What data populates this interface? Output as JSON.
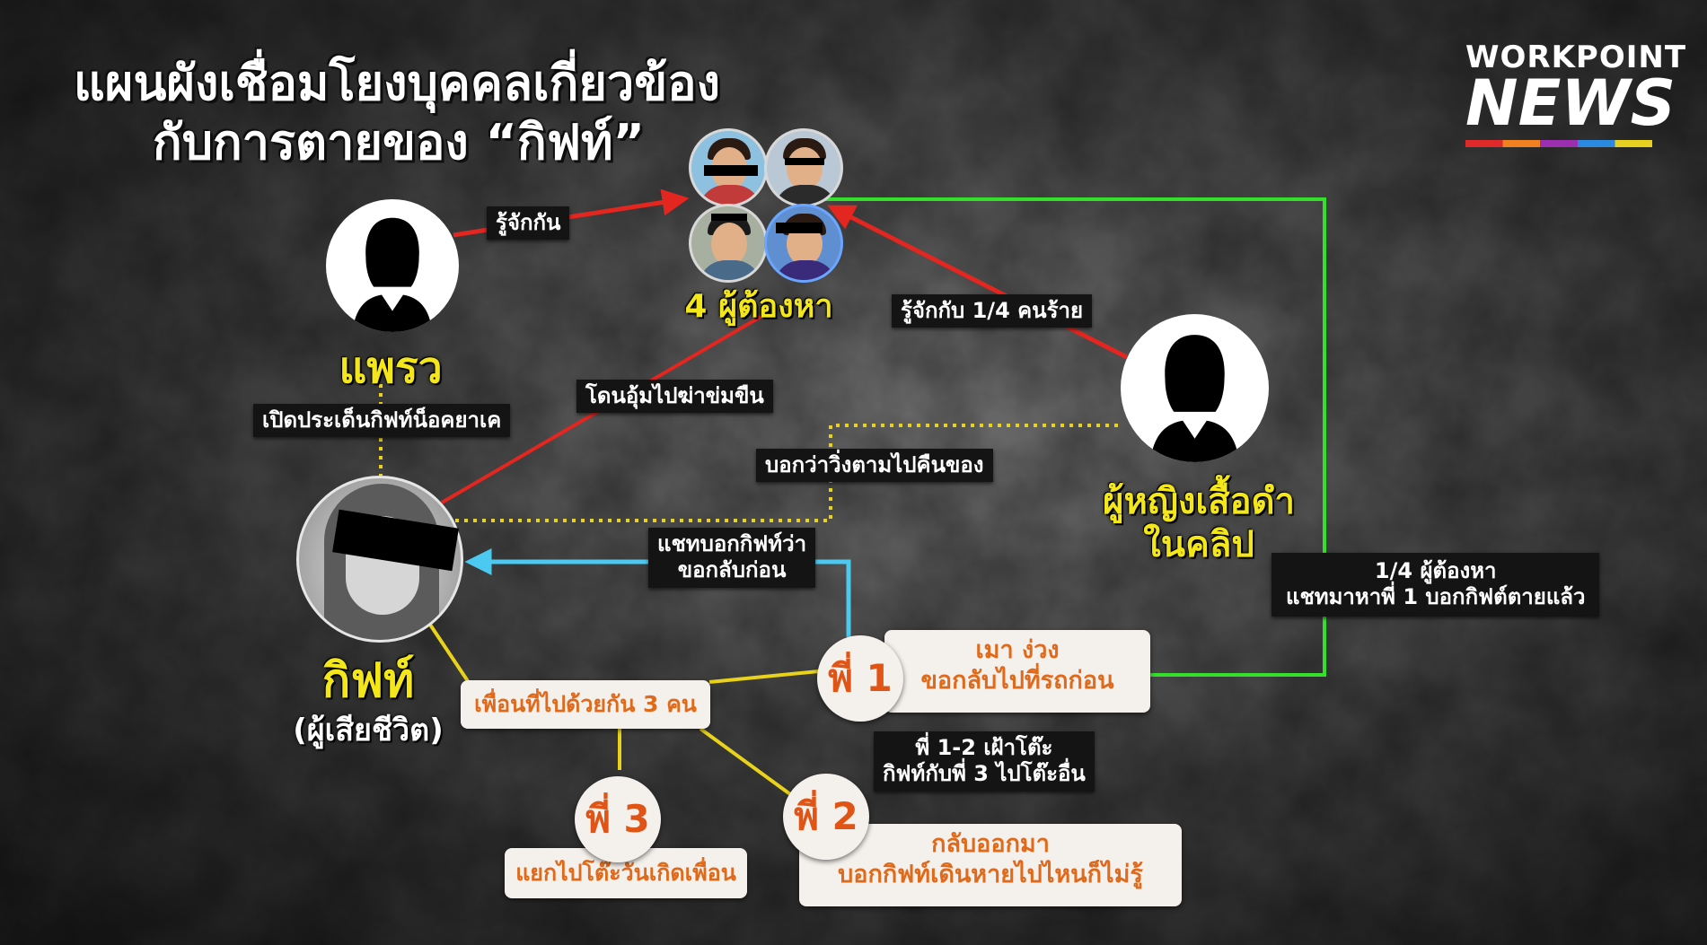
{
  "title": {
    "line1": "แผนผังเชื่อมโยงบุคคลเกี่ยวข้อง",
    "line2": "กับการตายของ “กิฟท์”"
  },
  "logo": {
    "top": "WORKPOINT",
    "main": "NEWS"
  },
  "colors": {
    "relation_red": "#e3261f",
    "relation_green": "#35e02c",
    "relation_cyan": "#4cc9f0",
    "relation_yellow": "#e8d21c",
    "name_yellow": "#f3e61a",
    "box_text_orange": "#e06a1c"
  },
  "nodes": {
    "suspects": {
      "label": "4 ผู้ต้องหา",
      "count": 4
    },
    "praew": {
      "name": "แพรว",
      "icon": "female-silhouette-icon"
    },
    "black_shirt_woman": {
      "line1": "ผู้หญิงเสื้อดำ",
      "line2": "ในคลิป",
      "icon": "female-silhouette-icon"
    },
    "gift": {
      "name": "กิฟท์",
      "subtitle": "(ผู้เสียชีวิต)"
    },
    "friends": {
      "label": "เพื่อนที่ไปด้วยกัน 3 คน"
    },
    "p1": {
      "label": "พี่ 1",
      "line1": "เมา ง่วง",
      "line2": "ขอกลับไปที่รถก่อน"
    },
    "p2": {
      "label": "พี่ 2",
      "line1": "กลับออกมา",
      "line2": "บอกกิฟท์เดินหายไปไหนก็ไม่รู้"
    },
    "p3": {
      "label": "พี่ 3",
      "text": "แยกไปโต๊ะวันเกิดเพื่อน"
    }
  },
  "edges": {
    "praew_suspects": "รู้จักกัน",
    "woman_suspects": "รู้จักกับ 1/4 คนร้าย",
    "gift_suspects": "โดนอุ้มไปฆ่าข่มขืน",
    "praew_gift": "เปิดประเด็นกิฟท์น็อคยาเค",
    "woman_gift": "บอกว่าวิ่งตามไปคืนของ",
    "p1_gift_line1": "แชทบอกกิฟท์ว่า",
    "p1_gift_line2": "ขอกลับก่อน",
    "suspect_p1_line1": "1/4 ผู้ต้องหา",
    "suspect_p1_line2": "แชทมาหาพี่ 1 บอกกิฟต์ตายแล้ว",
    "p2_note_line1": "พี่ 1-2 เฝ้าโต๊ะ",
    "p2_note_line2": "กิฟท์กับพี่ 3 ไปโต๊ะอื่น"
  }
}
